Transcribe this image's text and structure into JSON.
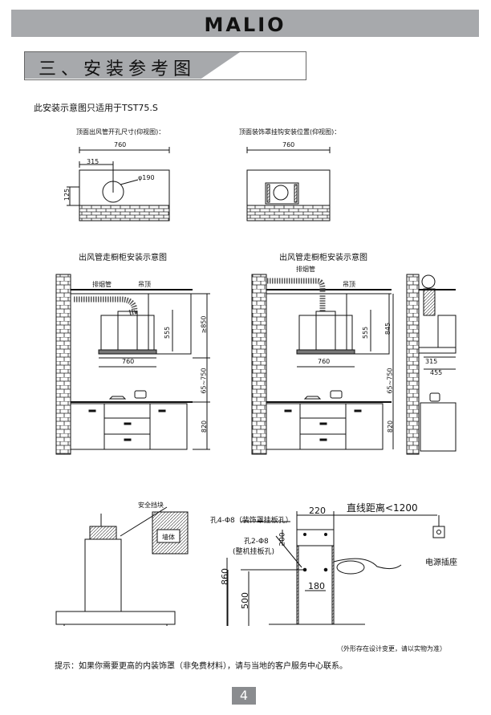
{
  "header": {
    "brand": "MALIO"
  },
  "section": {
    "title": "三、安装参考图"
  },
  "intro": "此安装示意图只适用于TST75.S",
  "top_left": {
    "caption": "顶面出风管开孔尺寸(仰视图)：",
    "width_label": "760",
    "offset_label": "315",
    "hole_label": "φ190",
    "depth_label": "125"
  },
  "top_right": {
    "caption": "顶面装饰罩挂钩安装位置(仰视图)：",
    "width_label": "760"
  },
  "middle_left": {
    "caption": "出风管走橱柜安装示意图",
    "tag_pipe": "排烟管",
    "tag_ceiling": "吊顶",
    "dim_555": "555",
    "dim_850": "≥850",
    "dim_760": "760",
    "dim_650": "65~750",
    "dim_820": "820"
  },
  "middle_right": {
    "caption": "出风管走橱柜安装示意图",
    "tag_pipe": "排烟管",
    "tag_ceiling": "吊顶",
    "dim_555": "555",
    "dim_845": "845",
    "dim_760": "760",
    "dim_650": "65~750",
    "dim_820": "820",
    "dim_315": "315",
    "dim_455": "455"
  },
  "bottom_left": {
    "tag_safety": "安全挡块",
    "tag_wall": "墙体"
  },
  "bottom_right": {
    "dim_220": "220",
    "max_distance": "直线距离<1200",
    "hole4": "孔4-Φ8（装饰罩挂板孔）",
    "dim_200": "200",
    "hole2_line1": "孔2-Φ8",
    "hole2_line2": "(整机挂板孔)",
    "dim_860": "860",
    "dim_180": "180",
    "dim_500": "500",
    "outlet_label": "电源插座"
  },
  "note_right": "（外形存在设计变更，请以实物为准）",
  "tip": "提示：如果你需要更高的内装饰罩（非免费材料），请与当地的客户服务中心联系。",
  "page_number": "4"
}
